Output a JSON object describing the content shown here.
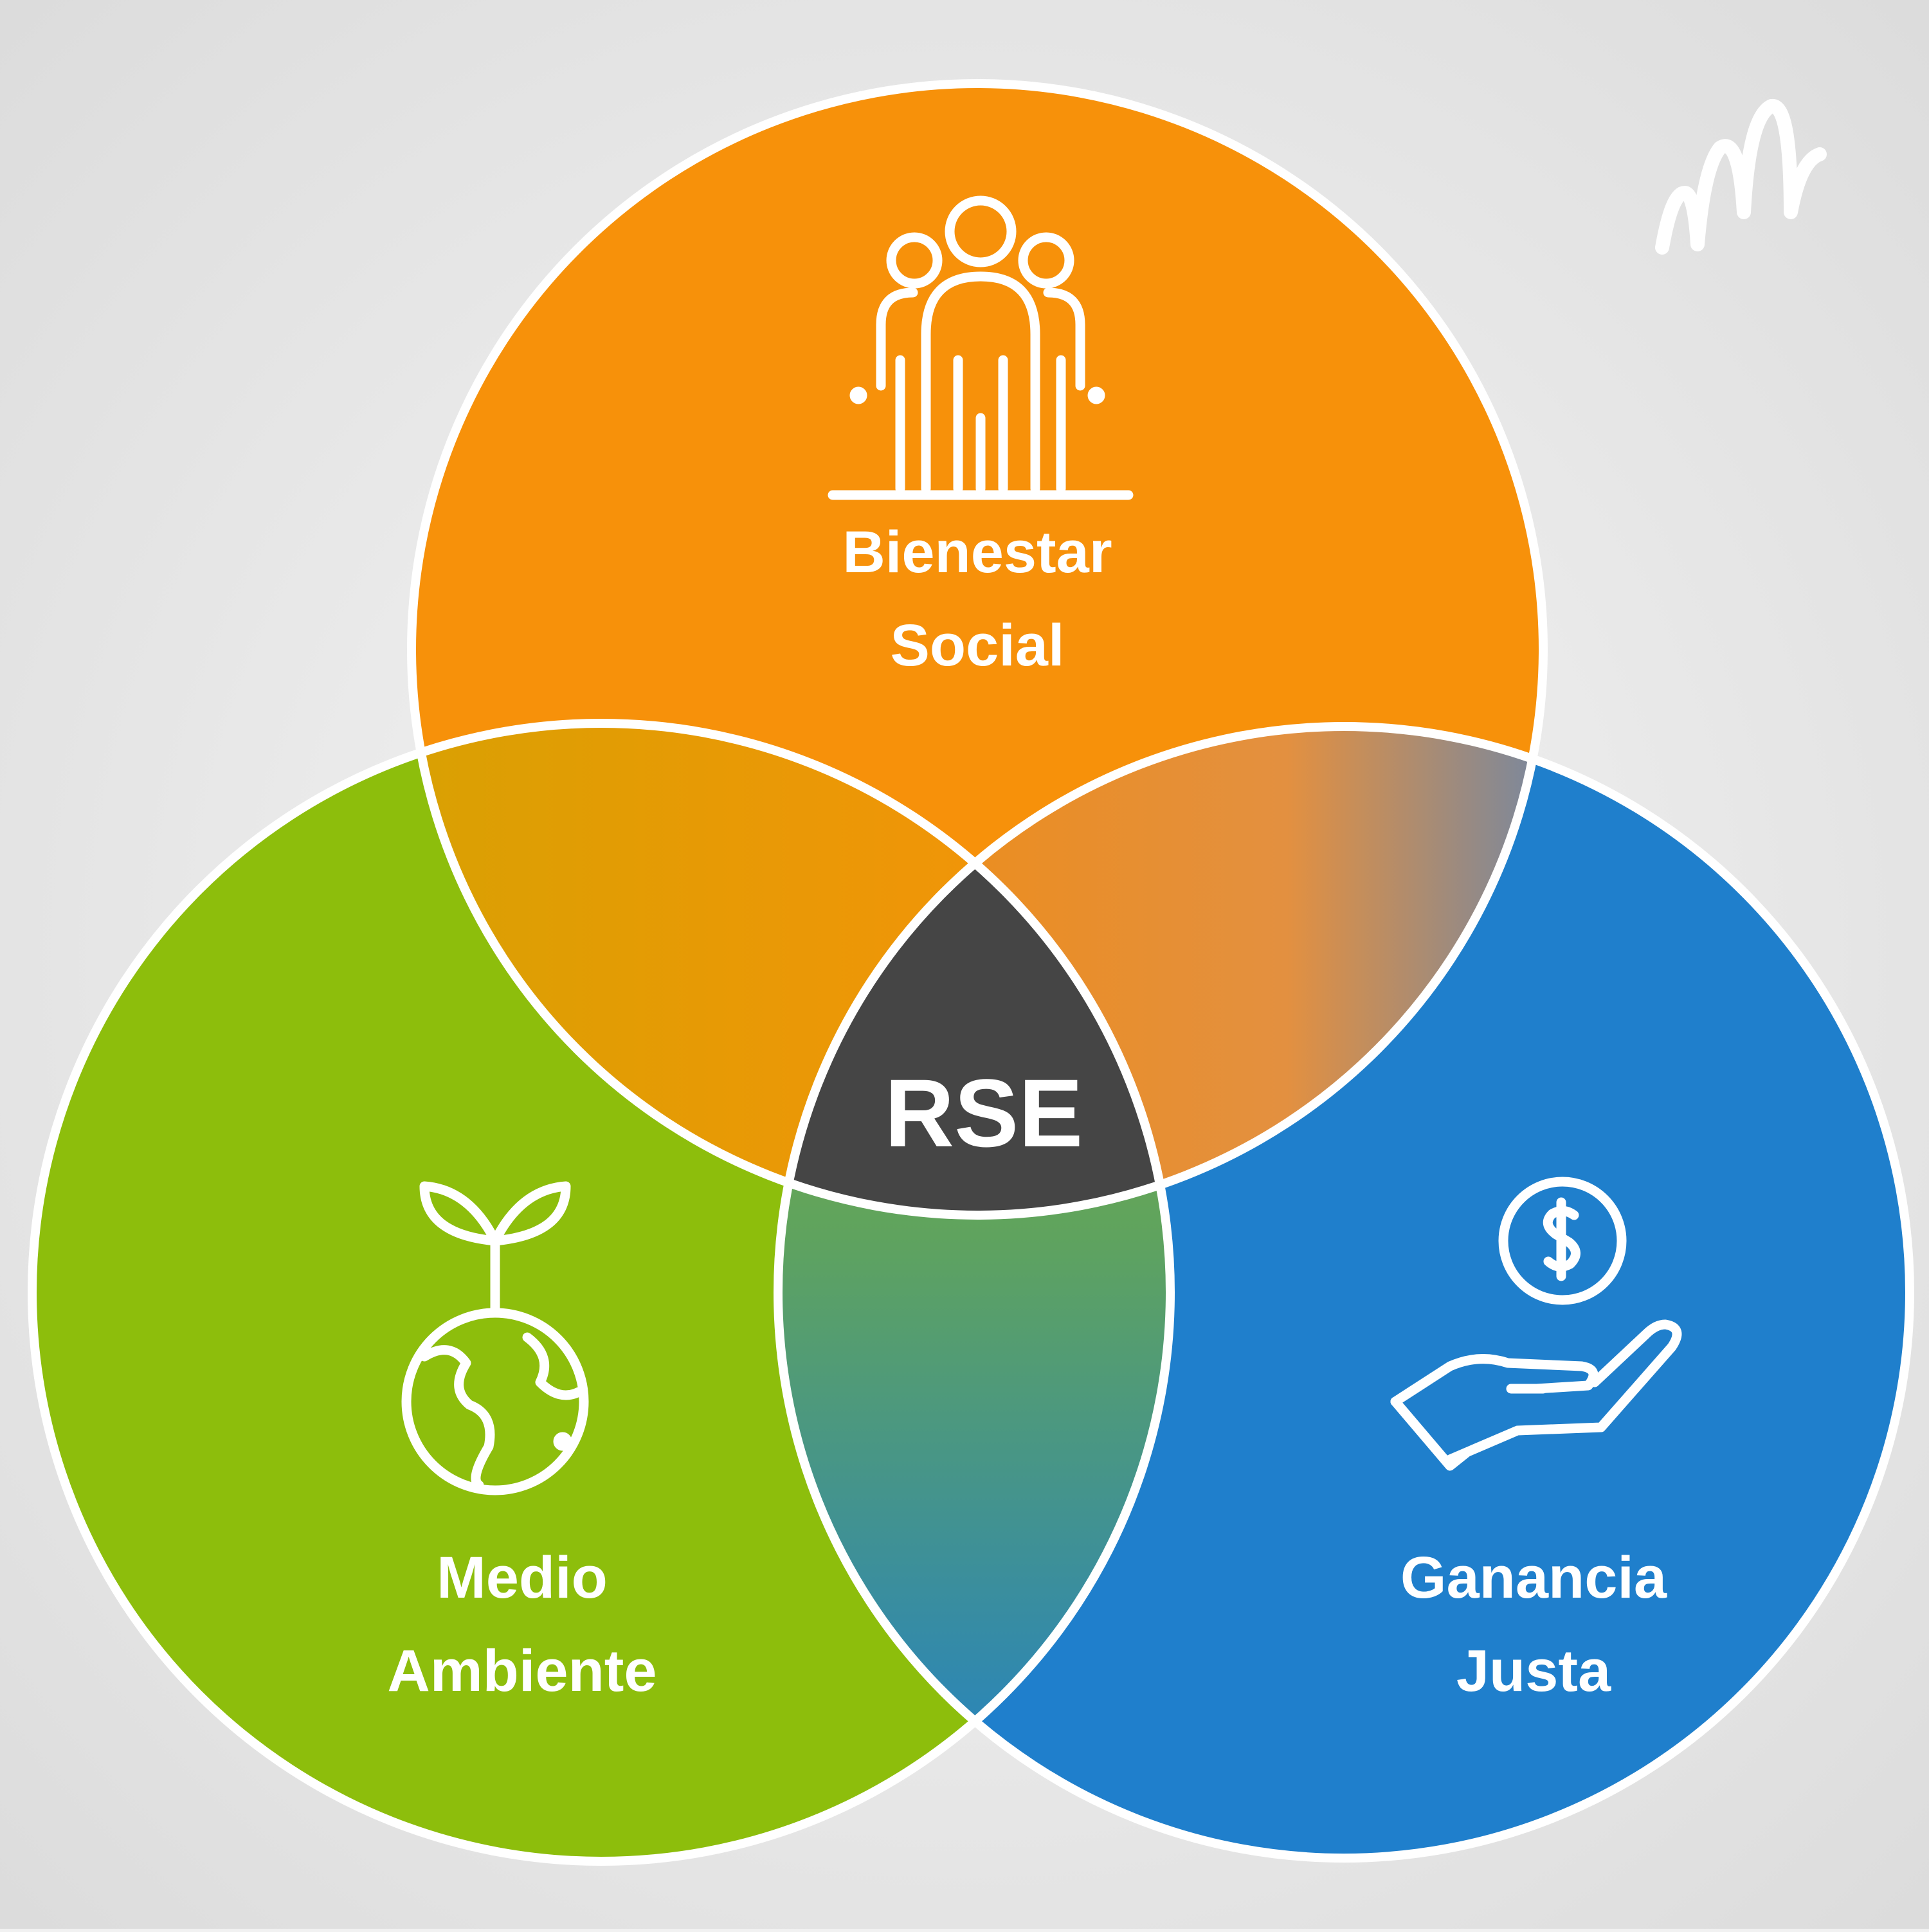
{
  "diagram": {
    "center_label": "RSE",
    "circles": [
      {
        "id": "social",
        "lines": [
          "Bienestar",
          "Social"
        ],
        "icon": "people-group-icon",
        "color": "#F7910A"
      },
      {
        "id": "environment",
        "lines": [
          "Medio",
          "Ambiente"
        ],
        "icon": "plant-globe-icon",
        "color": "#8DBE0C"
      },
      {
        "id": "profit",
        "lines": [
          "Ganancia",
          "Justa"
        ],
        "icon": "hand-coin-icon",
        "color": "#1F7FCC"
      }
    ],
    "center_color": "#454545",
    "outline_color": "#FFFFFF"
  },
  "brand": {
    "icon": "podcast-waveform-icon"
  }
}
